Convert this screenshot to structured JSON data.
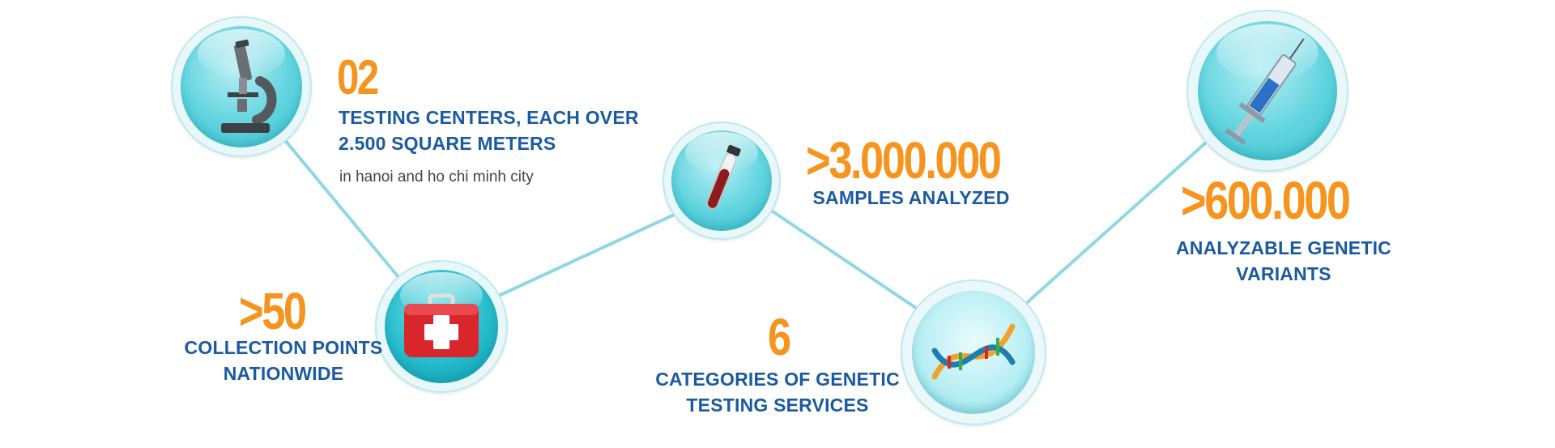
{
  "stats": [
    {
      "value": "02",
      "label_line1": "TESTING CENTERS, EACH OVER",
      "label_line2": "2.500 SQUARE METERS",
      "sub": "in hanoi and ho chi minh city",
      "icon": "microscope-icon"
    },
    {
      "value": ">50",
      "label_line1": "COLLECTION POINTS",
      "label_line2": "NATIONWIDE",
      "icon": "first-aid-kit-icon"
    },
    {
      "value": ">3.000.000",
      "label_line1": "SAMPLES ANALYZED",
      "icon": "test-tube-icon"
    },
    {
      "value": "6",
      "label_line1": "CATEGORIES OF GENETIC",
      "label_line2": "TESTING SERVICES",
      "icon": "dna-icon"
    },
    {
      "value": ">600.000",
      "label_line1": "ANALYZABLE GENETIC",
      "label_line2": "VARIANTS",
      "icon": "syringe-icon"
    }
  ],
  "colors": {
    "accent": "#f7941d",
    "label": "#1a5a9e",
    "connector": "#8fd8e2",
    "node": "#5fd4df"
  }
}
